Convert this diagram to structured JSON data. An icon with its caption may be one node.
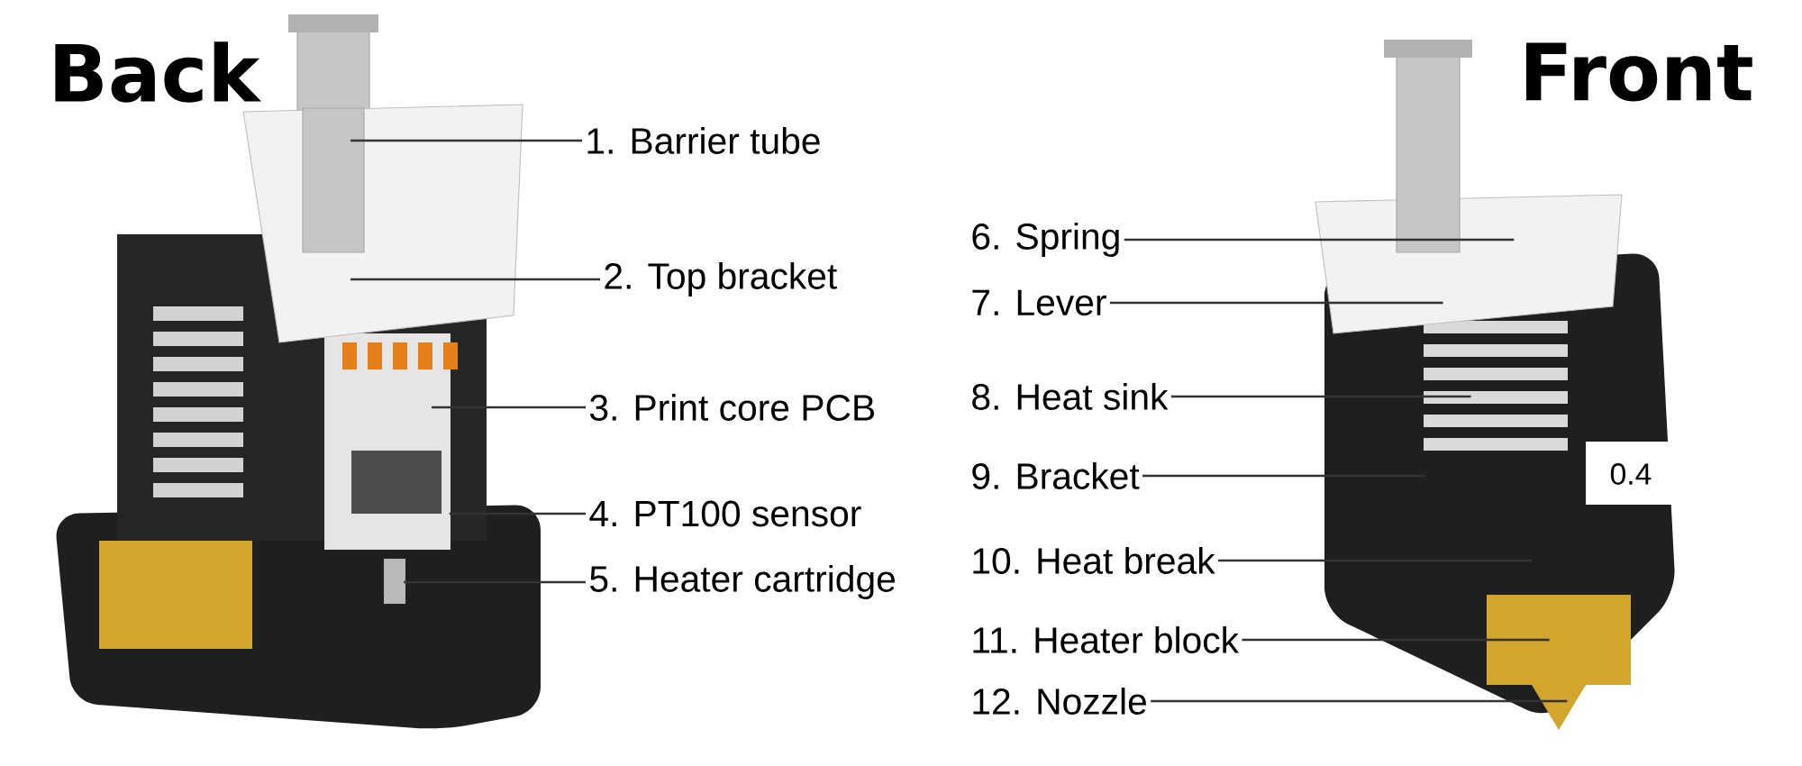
{
  "diagram": {
    "nodes": [
      {
        "text": [],
        "shape": "picture"
      },
      {
        "text": [],
        "shape": "picture"
      },
      {
        "text": [
          "1. Barrier tube"
        ]
      },
      {
        "text": [
          "2. Top bracket"
        ]
      },
      {
        "text": [
          "3. Print core PCB"
        ]
      },
      {
        "text": [
          "4. PT100 sensor"
        ]
      },
      {
        "text": [
          "5. Heater cartridge"
        ]
      },
      {
        "text": [
          "6. Spring"
        ]
      },
      {
        "text": [
          "7. Lever"
        ]
      },
      {
        "text": [
          "8. Heat sink"
        ]
      },
      {
        "text": [
          "9. Bracket"
        ]
      },
      {
        "text": [
          "10. Heat break"
        ]
      },
      {
        "text": [
          "11. Heater block"
        ]
      },
      {
        "text": [
          "12. Nozzle"
        ]
      }
    ],
    "edges": [
      {
        "from": 2,
        "to": 0,
        "arrow": "none"
      },
      {
        "from": 3,
        "to": 0,
        "arrow": "none"
      },
      {
        "from": 4,
        "to": 0,
        "arrow": "none"
      },
      {
        "from": 5,
        "to": 0,
        "arrow": "none"
      },
      {
        "from": 6,
        "to": 0,
        "arrow": "none"
      },
      {
        "from": 7,
        "to": 1,
        "arrow": "none"
      },
      {
        "from": 8,
        "to": 1,
        "arrow": "none"
      },
      {
        "from": 9,
        "to": 1,
        "arrow": "none"
      },
      {
        "from": 10,
        "to": 1,
        "arrow": "none"
      },
      {
        "from": 11,
        "to": 1,
        "arrow": "none"
      },
      {
        "from": 12,
        "to": 1,
        "arrow": "none"
      },
      {
        "from": 13,
        "to": 1,
        "arrow": "none"
      }
    ],
    "labels": [
      "Back",
      "Front",
      "0.4"
    ]
  }
}
